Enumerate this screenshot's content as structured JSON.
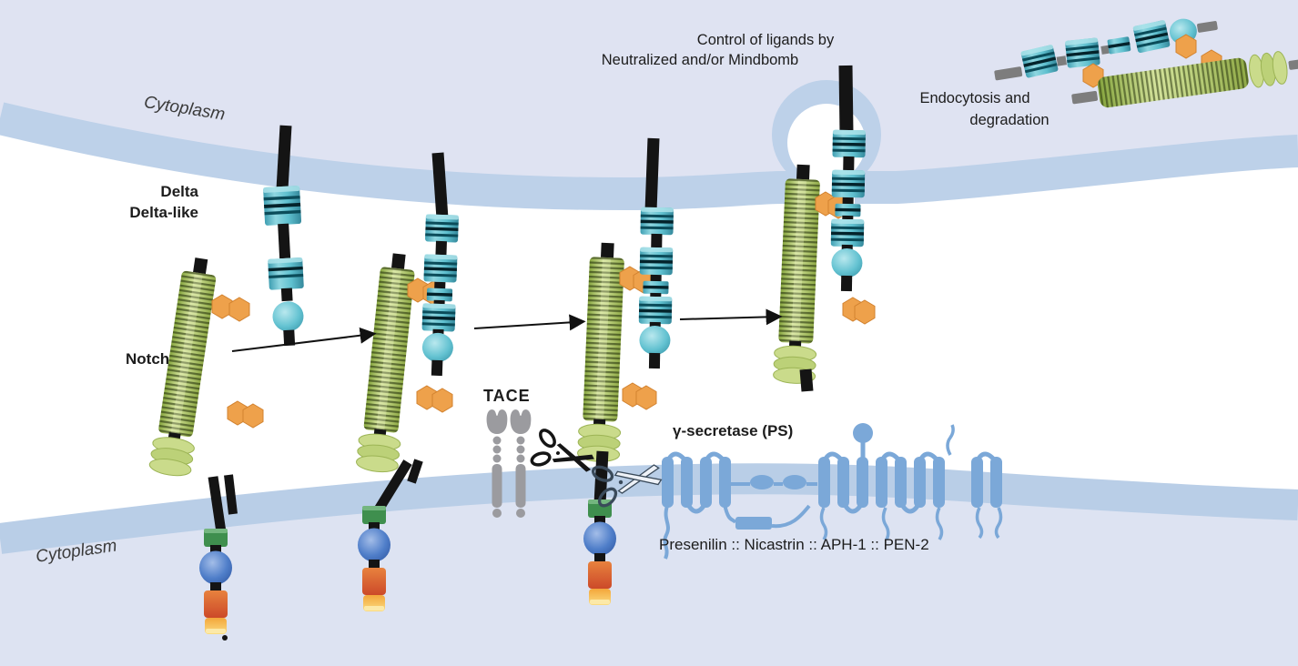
{
  "diagram": {
    "title_implicit": "Notch signaling pathway",
    "labels": {
      "cytoplasm_top": "Cytoplasm",
      "cytoplasm_bottom": "Cytoplasm",
      "delta_line1": "Delta",
      "delta_line2": "Delta-like",
      "notch": "Notch",
      "control_line1": "Control of ligands by",
      "control_line2": "Neutralized and/or Mindbomb",
      "endocytosis_line1": "Endocytosis and",
      "endocytosis_line2": "degradation",
      "tace": "TACE",
      "gamma_secretase": "γ-secretase (PS)",
      "complex_members": "Presenilin :: Nicastrin :: APH-1 :: PEN-2"
    },
    "colors": {
      "membrane_band": "#bdd1e9",
      "cytoplasm_fill": "#dfe3f2",
      "extracellular": "#ffffff",
      "notch_green": "#a9c35c",
      "lnr_green": "#c6d885",
      "delta_teal": "#5fc0cf",
      "glycan_orange": "#eea14b",
      "tace_gray": "#9b9b9f",
      "gamma_secretase_blue": "#7ba8d8",
      "nicd_green_box": "#3f8f4e",
      "ankyrin_blue": "#4f7ec9",
      "pest_red": "#d7512c",
      "pest_yellow": "#f7c14e",
      "stick_black": "#141414",
      "degraded_stick_gray": "#7d7d7d"
    }
  }
}
